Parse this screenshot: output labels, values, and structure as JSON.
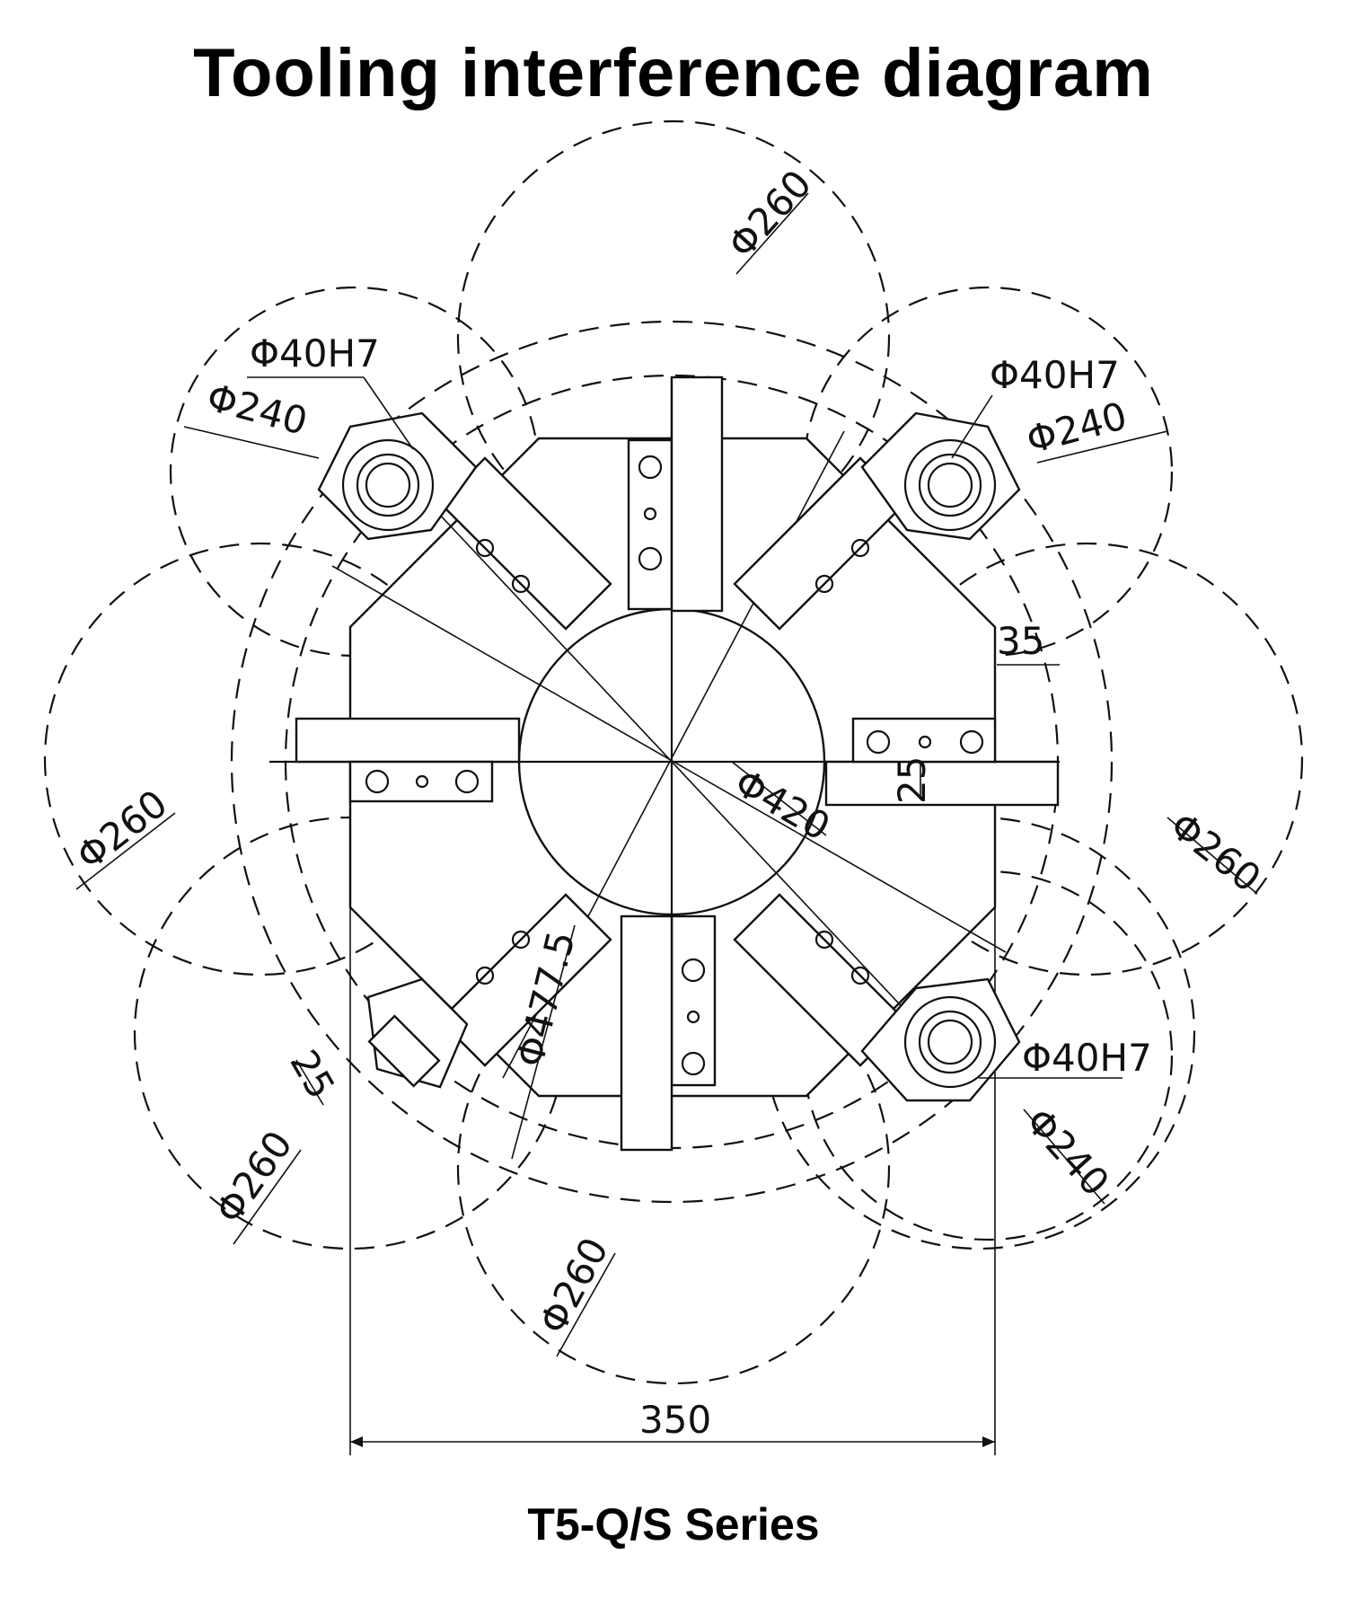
{
  "title": "Tooling interference diagram",
  "subtitle": "T5-Q/S Series",
  "dimensions": {
    "d260": "Φ260",
    "d240": "Φ240",
    "d40h7": "Φ40H7",
    "d420": "Φ420",
    "d477": "Φ477.5",
    "d35": "35",
    "d25": "25",
    "d350": "350"
  }
}
